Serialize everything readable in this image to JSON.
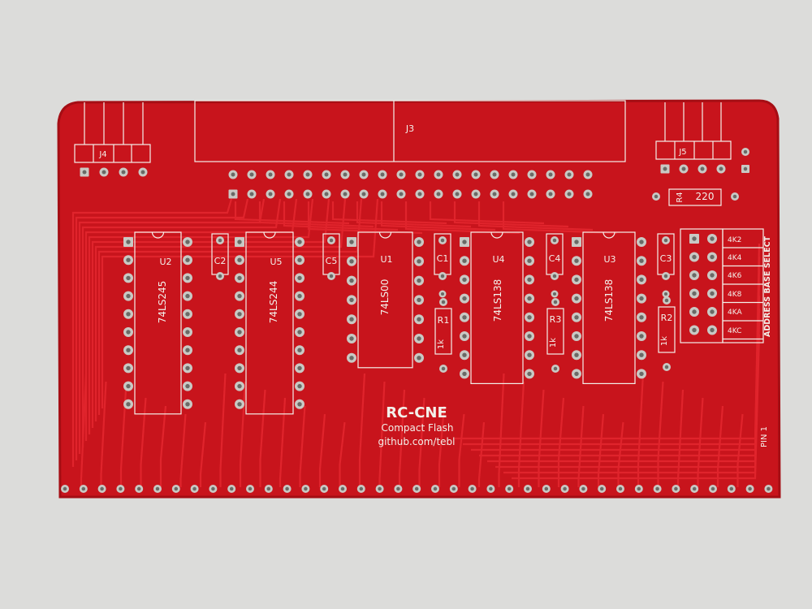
{
  "colors": {
    "background": "#dcdcda",
    "board": "#c8141c",
    "board_edge": "#a50e14",
    "trace": "#e0242c",
    "silkscreen": "#f3f0ea",
    "pad": "#c9c9c4",
    "hole": "#6a6a66"
  },
  "board": {
    "title": "RC-CNE",
    "subtitle": "Compact Flash",
    "url": "github.com/tebl",
    "pin_label": "PIN 1",
    "select_label": "ADDRESS BASE SELECT"
  },
  "headers": {
    "j3": "J3",
    "j4": "J4",
    "j5": "J5"
  },
  "resistor_r4": {
    "ref": "R4",
    "value": "220"
  },
  "chips": [
    {
      "ref": "U2",
      "part": "74LS245"
    },
    {
      "ref": "U5",
      "part": "74LS244"
    },
    {
      "ref": "U1",
      "part": "74LS00"
    },
    {
      "ref": "U4",
      "part": "74LS138"
    },
    {
      "ref": "U3",
      "part": "74LS138"
    }
  ],
  "caps": [
    "C2",
    "C5",
    "C1",
    "C4",
    "C3"
  ],
  "resistors": [
    {
      "ref": "R1",
      "value": "1k"
    },
    {
      "ref": "R3",
      "value": "1k"
    },
    {
      "ref": "R2",
      "value": "1k"
    }
  ],
  "address_options": [
    "4K2",
    "4K4",
    "4K6",
    "4K8",
    "4KA",
    "4KC"
  ]
}
